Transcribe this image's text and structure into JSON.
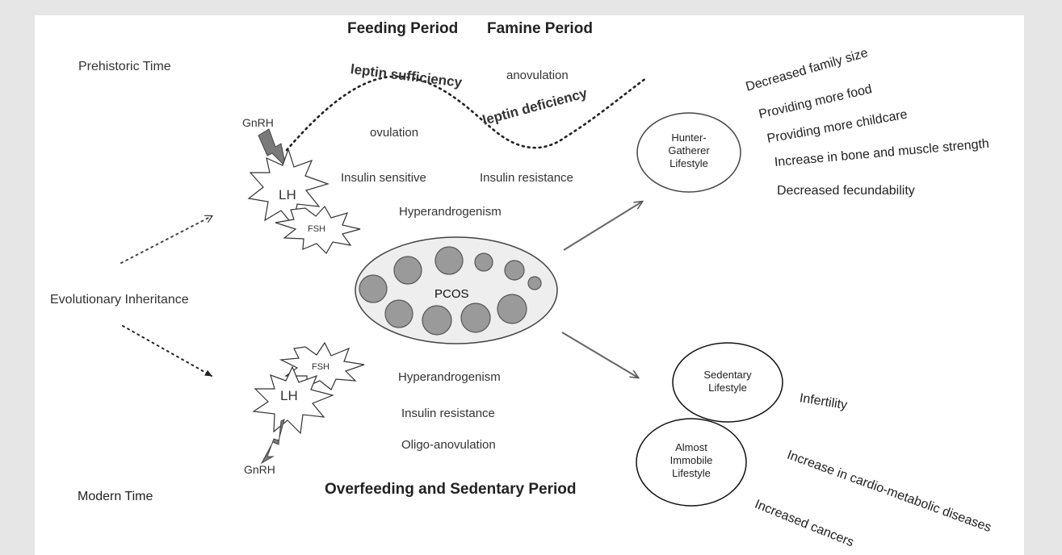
{
  "left_column": {
    "prehistoric": "Prehistoric Time",
    "evolutionary": "Evolutionary Inheritance",
    "modern": "Modern Time"
  },
  "periods": {
    "feeding": "Feeding Period",
    "famine": "Famine Period",
    "overfeeding": "Overfeeding and Sedentary Period"
  },
  "curve_labels": {
    "leptin_sufficiency": "leptin sufficiency",
    "leptin_deficiency": "leptin deficiency",
    "anovulation": "anovulation",
    "ovulation": "ovulation"
  },
  "upper_hormones": {
    "gnrh": "GnRH",
    "lh": "LH",
    "fsh": "FSH",
    "insulin_sensitive": "Insulin sensitive",
    "insulin_resistance": "Insulin resistance",
    "hyperandrogenism": "Hyperandrogenism"
  },
  "center": {
    "pcos": "PCOS"
  },
  "lower_hormones": {
    "gnrh": "GnRH",
    "lh": "LH",
    "fsh": "FSH",
    "hyperandrogenism": "Hyperandrogenism",
    "insulin_resistance": "Insulin resistance",
    "oligo": "Oligo-anovulation"
  },
  "lifestyles": {
    "hunter_line1": "Hunter-",
    "hunter_line2": "Gatherer",
    "hunter_line3": "Lifestyle",
    "sedentary_line1": "Sedentary",
    "sedentary_line2": "Lifestyle",
    "immobile_line1": "Almost",
    "immobile_line2": "Immobile",
    "immobile_line3": "Lifestyle"
  },
  "hunter_outcomes": [
    "Decreased family size",
    "Providing more food",
    "Providing more childcare",
    "Increase in bone and muscle strength",
    "Decreased fecundability"
  ],
  "modern_outcomes": [
    "Infertility",
    "Increase in cardio-metabolic diseases",
    "Increased cancers"
  ]
}
